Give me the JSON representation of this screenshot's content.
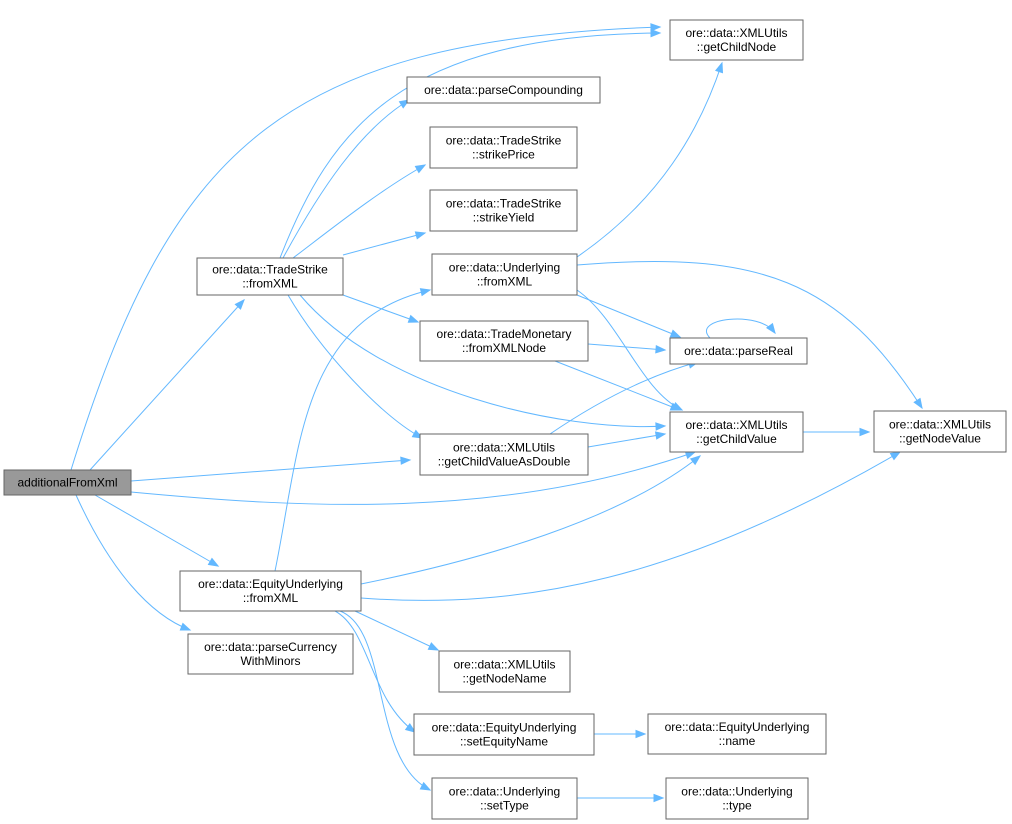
{
  "nodes": [
    {
      "id": "n0",
      "lines": [
        "additionalFromXml"
      ],
      "root": true
    },
    {
      "id": "n1",
      "lines": [
        "ore::data::TradeStrike",
        "::fromXML"
      ]
    },
    {
      "id": "n2",
      "lines": [
        "ore::data::EquityUnderlying",
        "::fromXML"
      ]
    },
    {
      "id": "n3",
      "lines": [
        "ore::data::parseCurrency",
        "WithMinors"
      ]
    },
    {
      "id": "n4",
      "lines": [
        "ore::data::XMLUtils",
        "::getChildNode"
      ]
    },
    {
      "id": "n5",
      "lines": [
        "ore::data::parseCompounding"
      ]
    },
    {
      "id": "n6",
      "lines": [
        "ore::data::TradeStrike",
        "::strikePrice"
      ]
    },
    {
      "id": "n7",
      "lines": [
        "ore::data::TradeStrike",
        "::strikeYield"
      ]
    },
    {
      "id": "n8",
      "lines": [
        "ore::data::Underlying",
        "::fromXML"
      ]
    },
    {
      "id": "n9",
      "lines": [
        "ore::data::TradeMonetary",
        "::fromXMLNode"
      ]
    },
    {
      "id": "n10",
      "lines": [
        "ore::data::parseReal"
      ]
    },
    {
      "id": "n11",
      "lines": [
        "ore::data::XMLUtils",
        "::getChildValueAsDouble"
      ]
    },
    {
      "id": "n12",
      "lines": [
        "ore::data::XMLUtils",
        "::getChildValue"
      ]
    },
    {
      "id": "n13",
      "lines": [
        "ore::data::XMLUtils",
        "::getNodeValue"
      ]
    },
    {
      "id": "n14",
      "lines": [
        "ore::data::XMLUtils",
        "::getNodeName"
      ]
    },
    {
      "id": "n15",
      "lines": [
        "ore::data::EquityUnderlying",
        "::setEquityName"
      ]
    },
    {
      "id": "n16",
      "lines": [
        "ore::data::EquityUnderlying",
        "::name"
      ]
    },
    {
      "id": "n17",
      "lines": [
        "ore::data::Underlying",
        "::setType"
      ]
    },
    {
      "id": "n18",
      "lines": [
        "ore::data::Underlying",
        "::type"
      ]
    }
  ],
  "edges": [
    {
      "from": "n0",
      "to": "n4"
    },
    {
      "from": "n0",
      "to": "n1"
    },
    {
      "from": "n0",
      "to": "n11"
    },
    {
      "from": "n0",
      "to": "n12"
    },
    {
      "from": "n0",
      "to": "n2"
    },
    {
      "from": "n0",
      "to": "n3"
    },
    {
      "from": "n1",
      "to": "n4"
    },
    {
      "from": "n1",
      "to": "n5"
    },
    {
      "from": "n1",
      "to": "n6"
    },
    {
      "from": "n1",
      "to": "n7"
    },
    {
      "from": "n1",
      "to": "n9"
    },
    {
      "from": "n1",
      "to": "n11"
    },
    {
      "from": "n1",
      "to": "n12"
    },
    {
      "from": "n2",
      "to": "n8"
    },
    {
      "from": "n2",
      "to": "n12"
    },
    {
      "from": "n2",
      "to": "n13"
    },
    {
      "from": "n2",
      "to": "n14"
    },
    {
      "from": "n2",
      "to": "n15"
    },
    {
      "from": "n2",
      "to": "n17"
    },
    {
      "from": "n8",
      "to": "n4"
    },
    {
      "from": "n8",
      "to": "n10"
    },
    {
      "from": "n8",
      "to": "n12"
    },
    {
      "from": "n8",
      "to": "n13"
    },
    {
      "from": "n9",
      "to": "n10"
    },
    {
      "from": "n9",
      "to": "n12"
    },
    {
      "from": "n10",
      "to": "n10"
    },
    {
      "from": "n11",
      "to": "n10"
    },
    {
      "from": "n11",
      "to": "n12"
    },
    {
      "from": "n12",
      "to": "n13"
    },
    {
      "from": "n15",
      "to": "n16"
    },
    {
      "from": "n17",
      "to": "n18"
    }
  ],
  "colors": {
    "edge": "#63b8ff",
    "node_border": "#666666",
    "root_fill": "#999999"
  }
}
